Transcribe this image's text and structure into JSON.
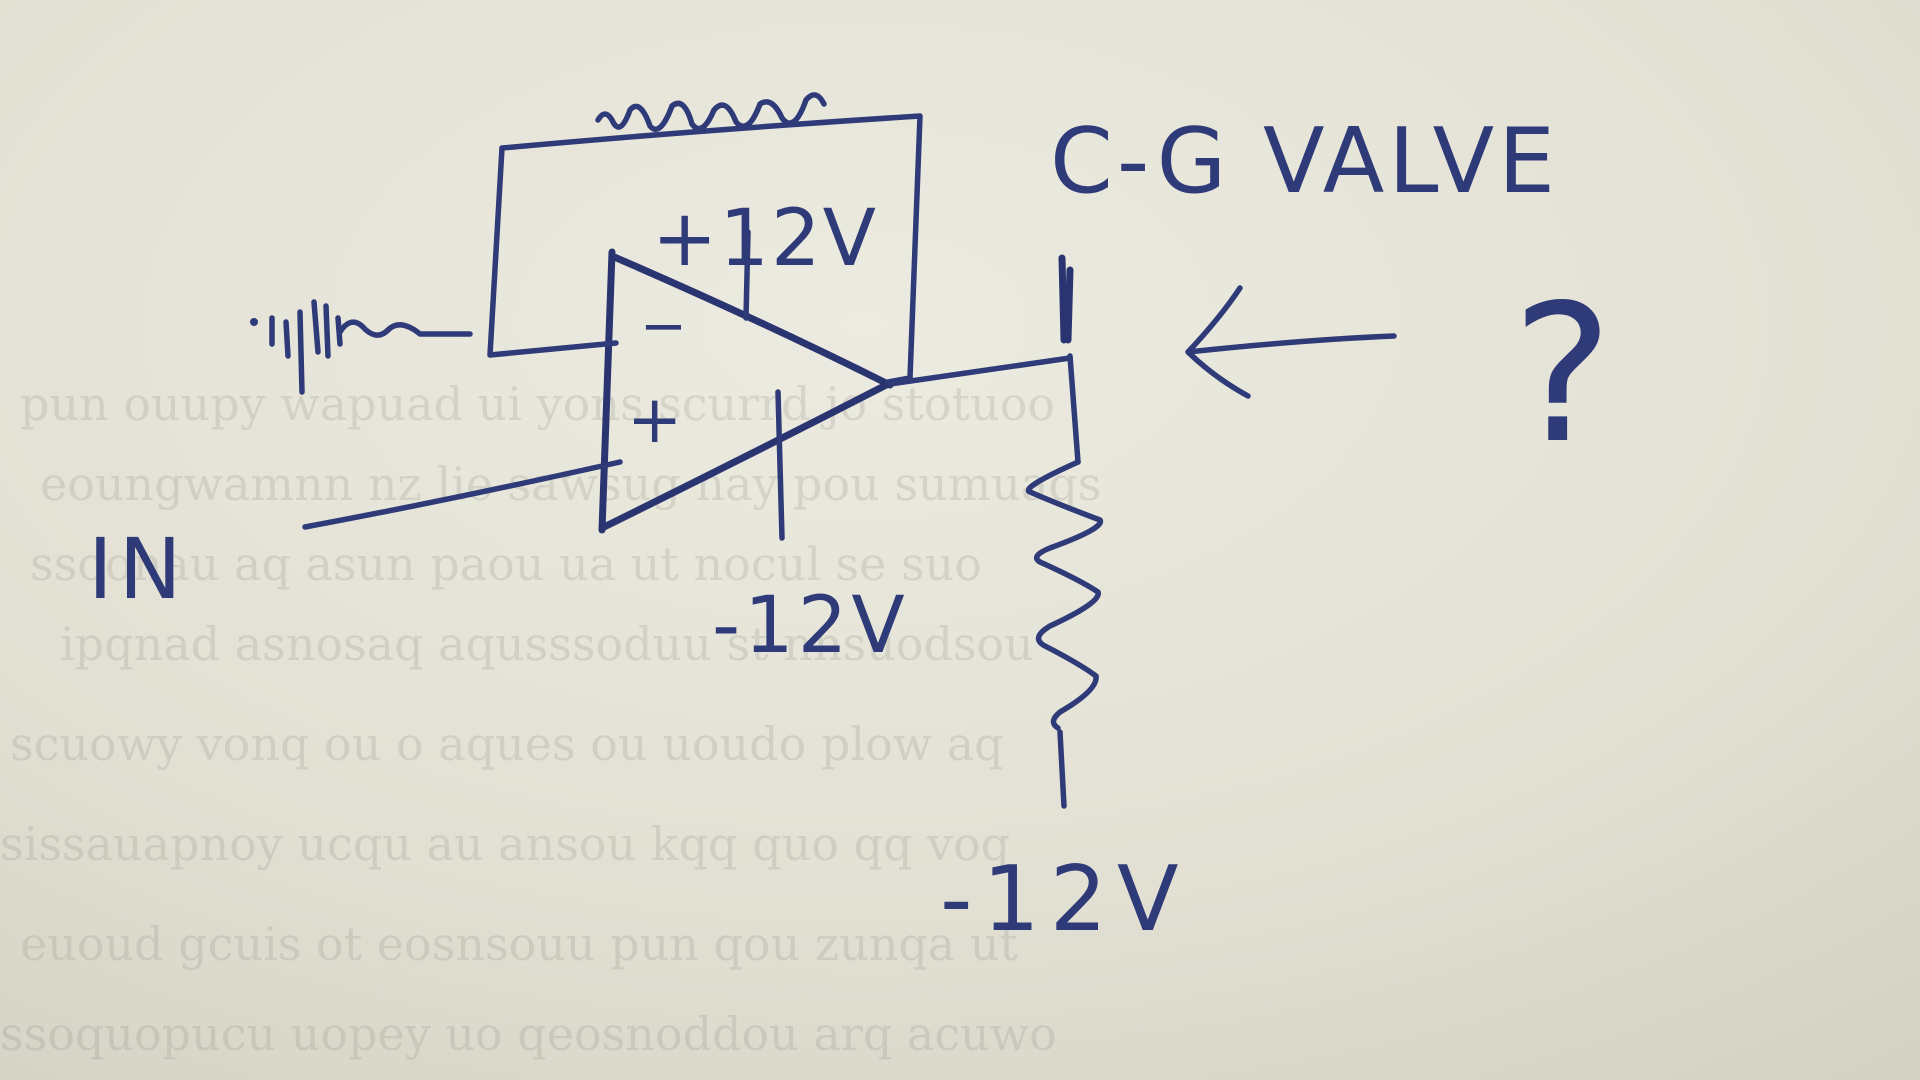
{
  "labels": {
    "input": "IN",
    "supply_positive": "+12V",
    "supply_negative_opamp": "-12V",
    "supply_negative_bottom": "-12V",
    "valve": "C-G VALVE",
    "question": "?",
    "opamp_minus": "−",
    "opamp_plus": "+"
  },
  "colors": {
    "paper": "#e4e2d6",
    "ink": "#2f3a78"
  }
}
